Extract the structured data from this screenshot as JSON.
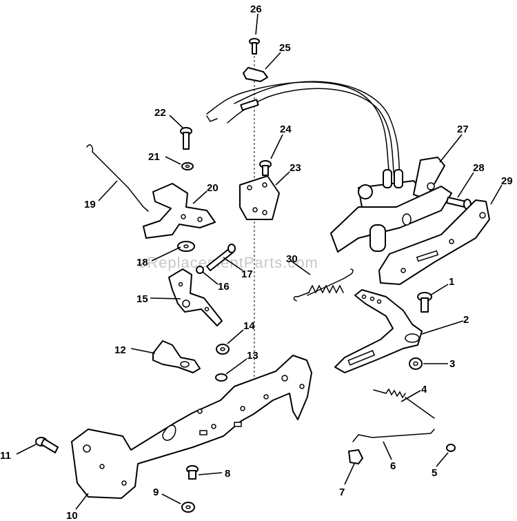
{
  "watermark": "eReplacementParts.com",
  "callouts": [
    {
      "id": "26",
      "label": "26"
    },
    {
      "id": "25",
      "label": "25"
    },
    {
      "id": "22",
      "label": "22"
    },
    {
      "id": "21",
      "label": "21"
    },
    {
      "id": "24",
      "label": "24"
    },
    {
      "id": "23",
      "label": "23"
    },
    {
      "id": "27",
      "label": "27"
    },
    {
      "id": "28",
      "label": "28"
    },
    {
      "id": "29",
      "label": "29"
    },
    {
      "id": "19",
      "label": "19"
    },
    {
      "id": "20",
      "label": "20"
    },
    {
      "id": "18",
      "label": "18"
    },
    {
      "id": "17",
      "label": "17"
    },
    {
      "id": "16",
      "label": "16"
    },
    {
      "id": "30",
      "label": "30"
    },
    {
      "id": "15",
      "label": "15"
    },
    {
      "id": "1",
      "label": "1"
    },
    {
      "id": "2",
      "label": "2"
    },
    {
      "id": "14",
      "label": "14"
    },
    {
      "id": "12",
      "label": "12"
    },
    {
      "id": "13",
      "label": "13"
    },
    {
      "id": "3",
      "label": "3"
    },
    {
      "id": "4",
      "label": "4"
    },
    {
      "id": "11",
      "label": "11"
    },
    {
      "id": "8",
      "label": "8"
    },
    {
      "id": "6",
      "label": "6"
    },
    {
      "id": "5",
      "label": "5"
    },
    {
      "id": "7",
      "label": "7"
    },
    {
      "id": "9",
      "label": "9"
    },
    {
      "id": "10",
      "label": "10"
    }
  ]
}
